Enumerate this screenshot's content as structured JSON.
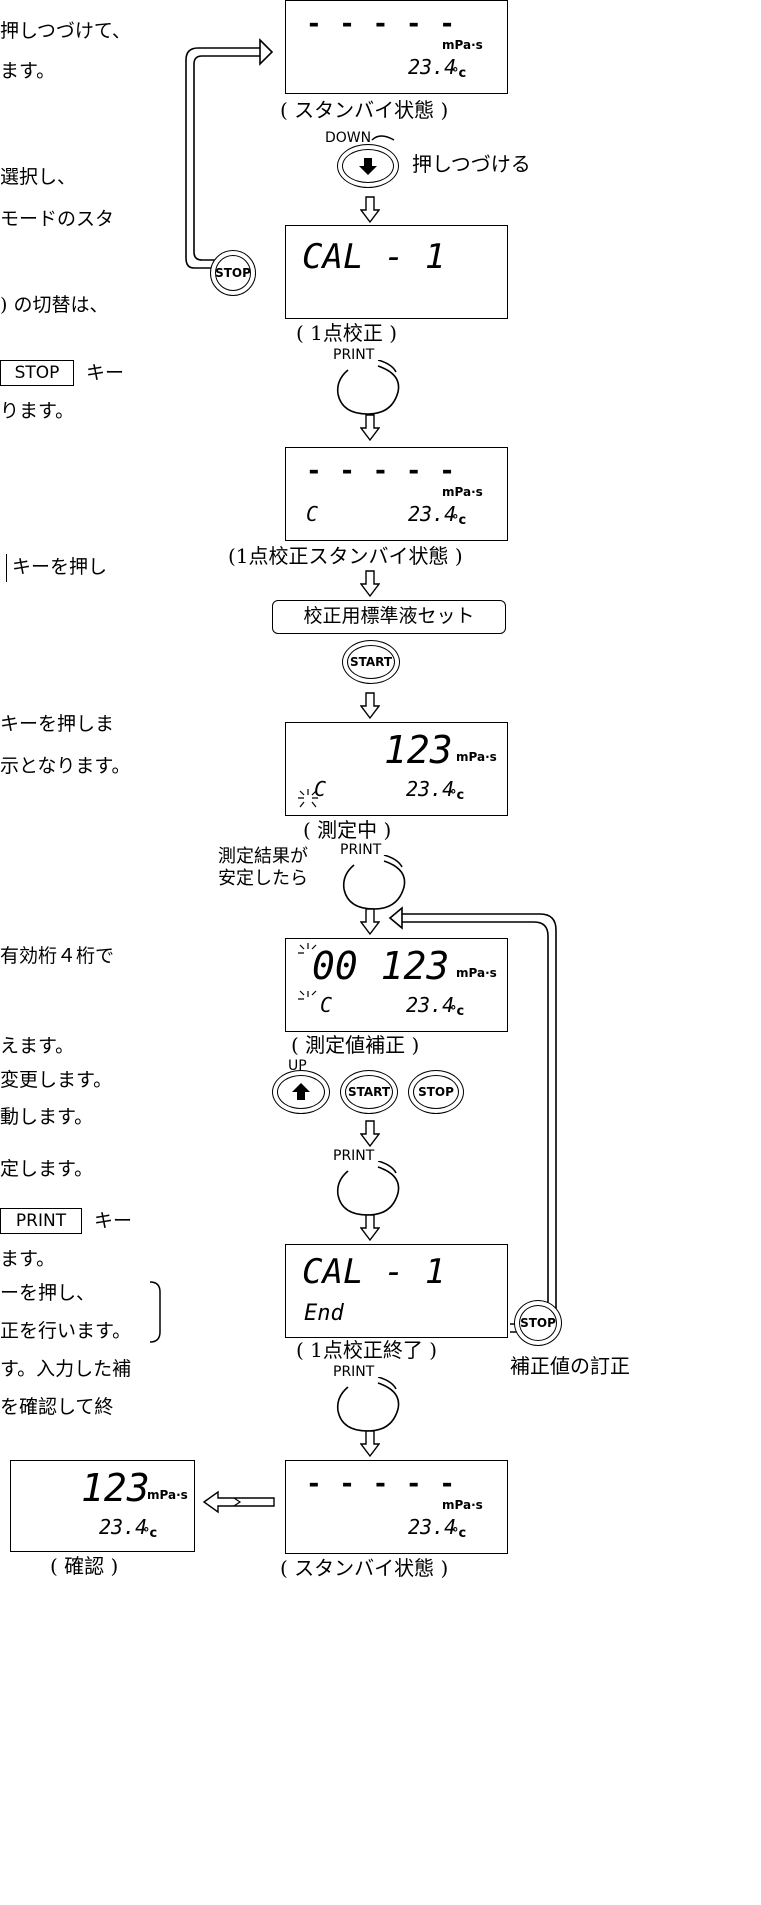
{
  "left_text": [
    "押しつづけて、",
    "ます。",
    "選択し、",
    "モードのスタ",
    ") の切替は、",
    "キー",
    "ります。",
    "キーを押し",
    "キーを押しま",
    "示となります。",
    "有効桁４桁で",
    "えます。",
    "変更します。",
    "動します。",
    "定します。",
    "キー",
    "ます。",
    "ーを押し、",
    "正を行います。",
    "す。入力した補",
    "を確認して終"
  ],
  "keys": {
    "stop": "STOP",
    "print": "PRINT"
  },
  "lcd": {
    "dashes": "- - - - -",
    "unit_mpas": "mPa·s",
    "temp": "23.4",
    "unit_c": "°c",
    "cal": "CAL - 1",
    "c_mark": "C",
    "value": "123",
    "value_full": "00 123",
    "end": "End"
  },
  "buttons": {
    "stop": "STOP",
    "start": "START",
    "down": "DOWN",
    "print": "PRINT",
    "up": "UP"
  },
  "captions": {
    "standby": "( スタンバイ状態 )",
    "hold": "押しつづける",
    "cal1": "( 1点校正 )",
    "cal1_standby": "(1点校正スタンバイ状態 )",
    "set_fluid": "校正用標準液セット",
    "measuring": "( 測定中 )",
    "when_stable_1": "測定結果が",
    "when_stable_2": "安定したら",
    "correction": "( 測定値補正 )",
    "cal1_end": "( 1点校正終了 )",
    "fix_value": "補正値の訂正",
    "confirm": "( 確認 )",
    "standby2": "( スタンバイ状態 )"
  }
}
